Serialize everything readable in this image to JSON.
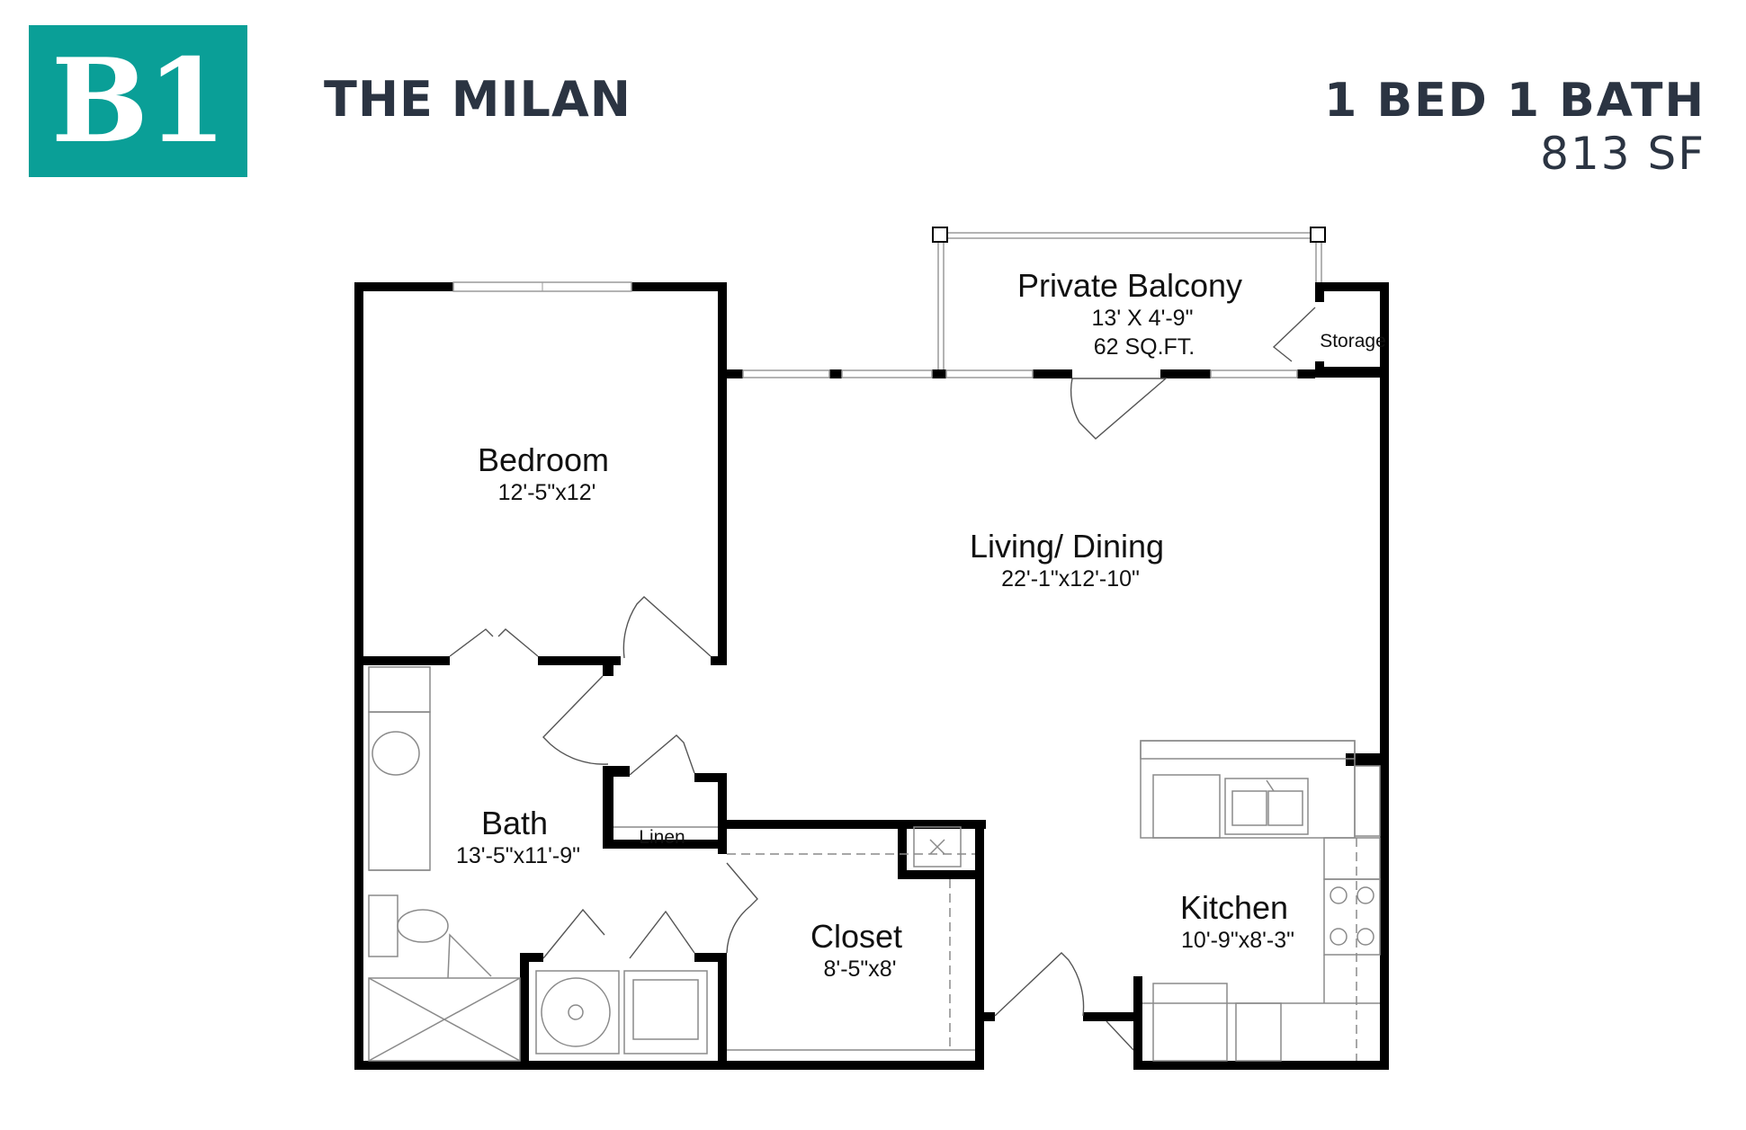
{
  "header": {
    "badge": "B1",
    "plan_name": "THE MILAN",
    "bed_bath": "1 BED 1 BATH",
    "square_feet": "813 SF"
  },
  "colors": {
    "accent": "#0a9f97",
    "heading": "#2b3442",
    "wall": "#000000"
  },
  "rooms": {
    "balcony": {
      "name": "Private Balcony",
      "dimensions": "13' X 4'-9\"",
      "area": "62 SQ.FT."
    },
    "storage": {
      "name": "Storage"
    },
    "bedroom": {
      "name": "Bedroom",
      "dimensions": "12'-5\"x12'"
    },
    "living": {
      "name": "Living/ Dining",
      "dimensions": "22'-1\"x12'-10\""
    },
    "bath": {
      "name": "Bath",
      "dimensions": "13'-5\"x11'-9\""
    },
    "linen": {
      "name": "Linen"
    },
    "closet": {
      "name": "Closet",
      "dimensions": "8'-5\"x8'"
    },
    "kitchen": {
      "name": "Kitchen",
      "dimensions": "10'-9\"x8'-3\""
    }
  }
}
